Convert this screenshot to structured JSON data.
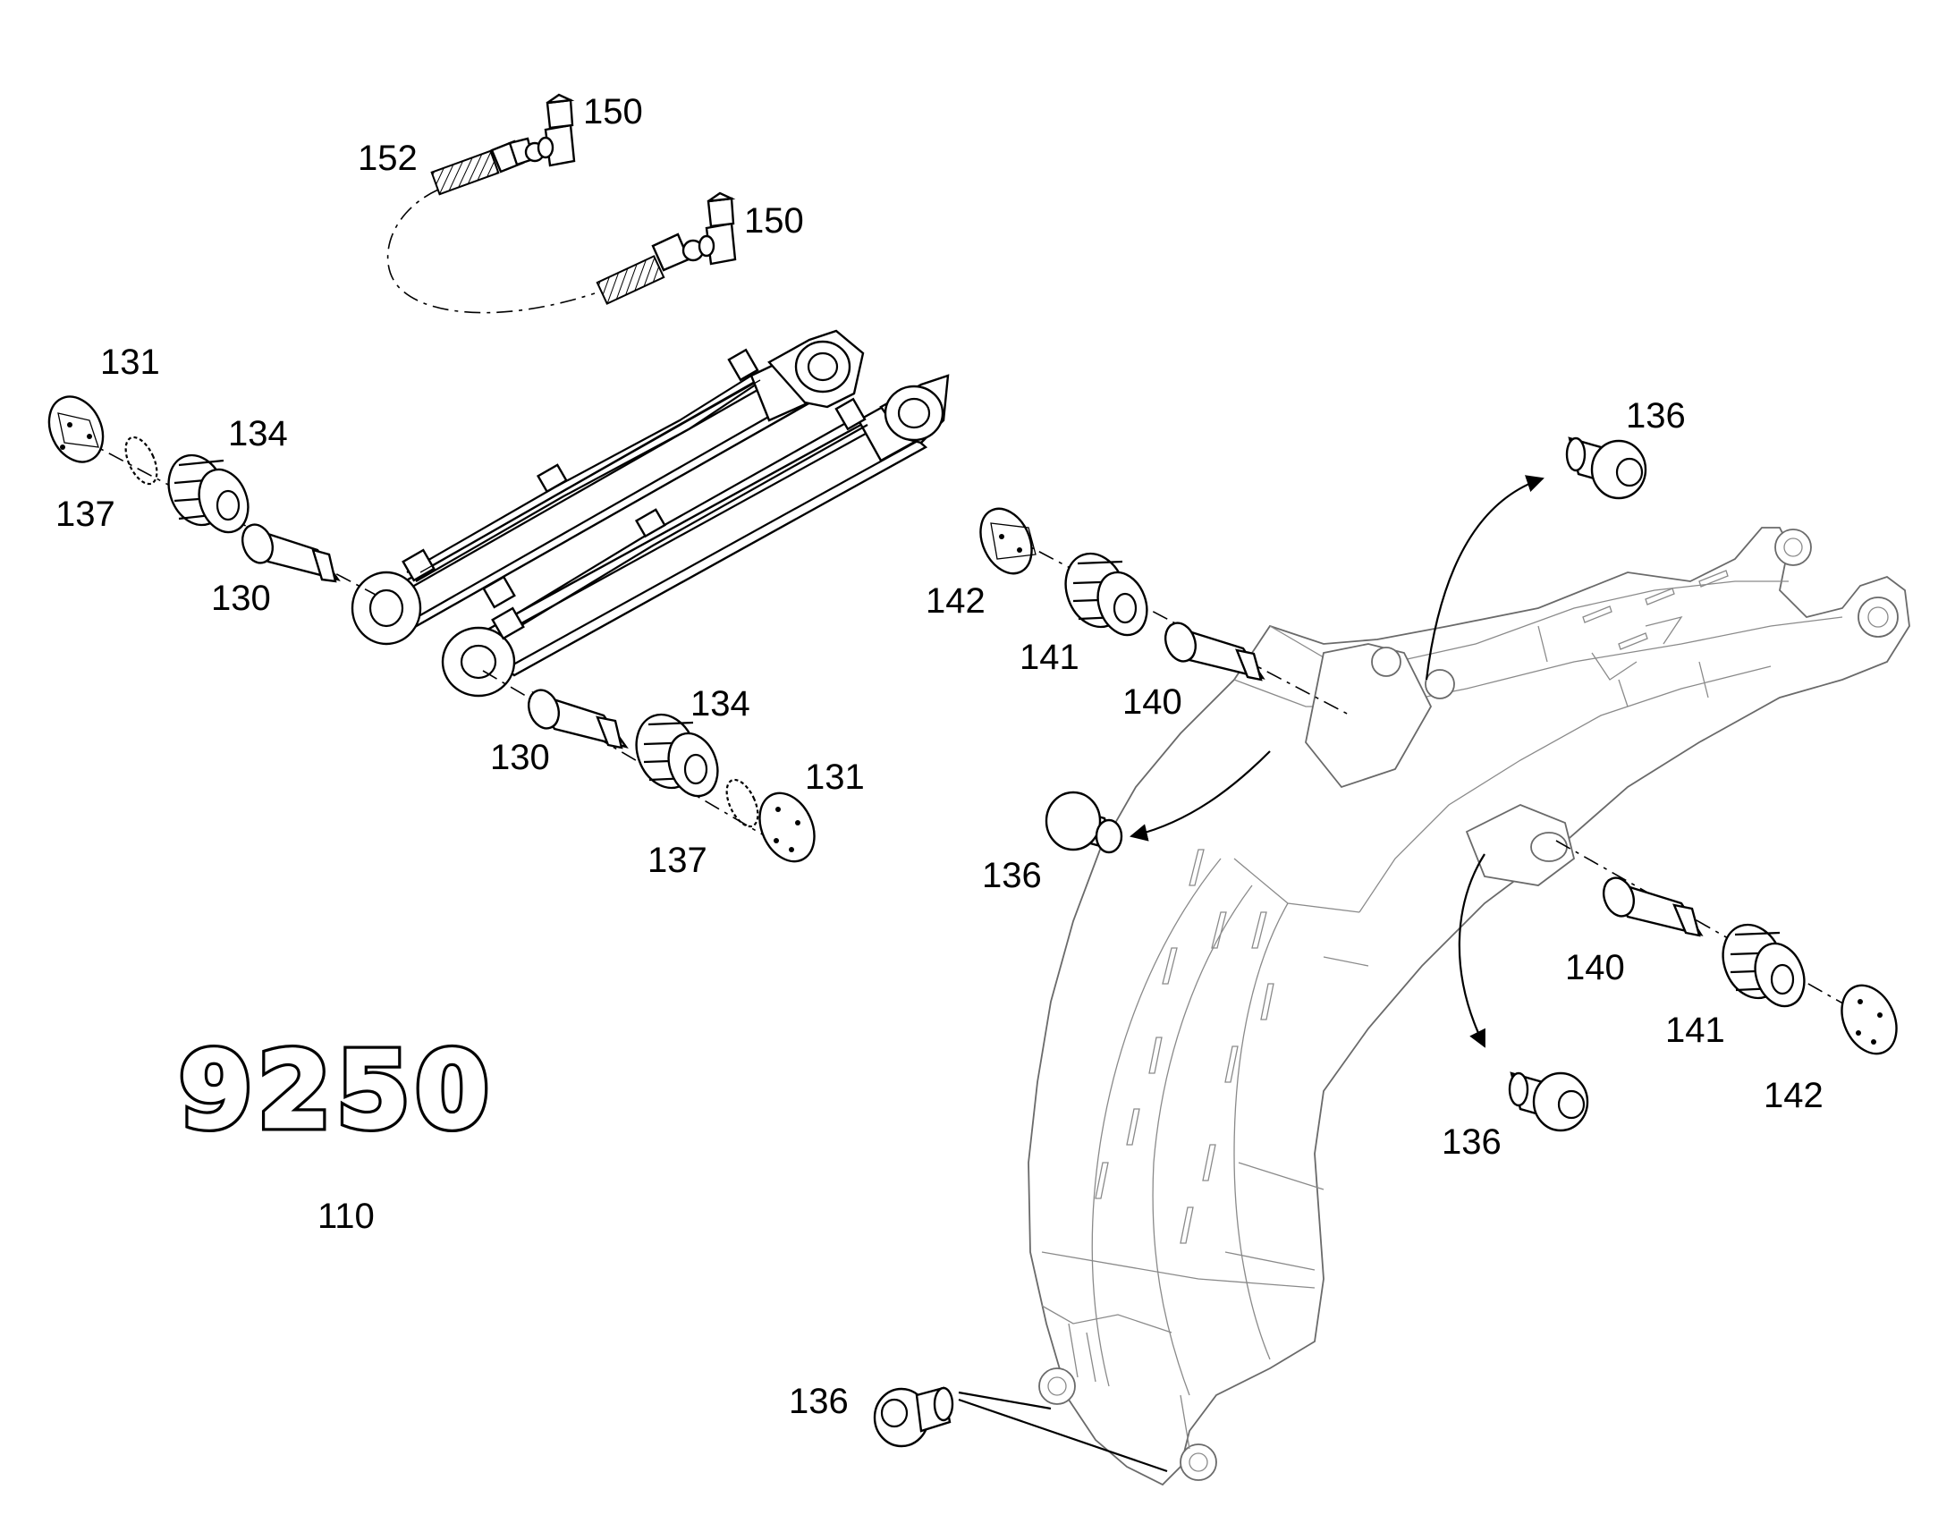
{
  "logo": {
    "text": "9250"
  },
  "group_number": "110",
  "callouts": {
    "c150a": "150",
    "c152": "152",
    "c150b": "150",
    "c131a": "131",
    "c134a": "134",
    "c137a": "137",
    "c130a": "130",
    "c130b": "130",
    "c134b": "134",
    "c131b": "131",
    "c137b": "137",
    "c136a": "136",
    "c142a": "142",
    "c141a": "141",
    "c140a": "140",
    "c136b": "136",
    "c140b": "140",
    "c141b": "141",
    "c142b": "142",
    "c136c": "136",
    "c136d": "136"
  }
}
